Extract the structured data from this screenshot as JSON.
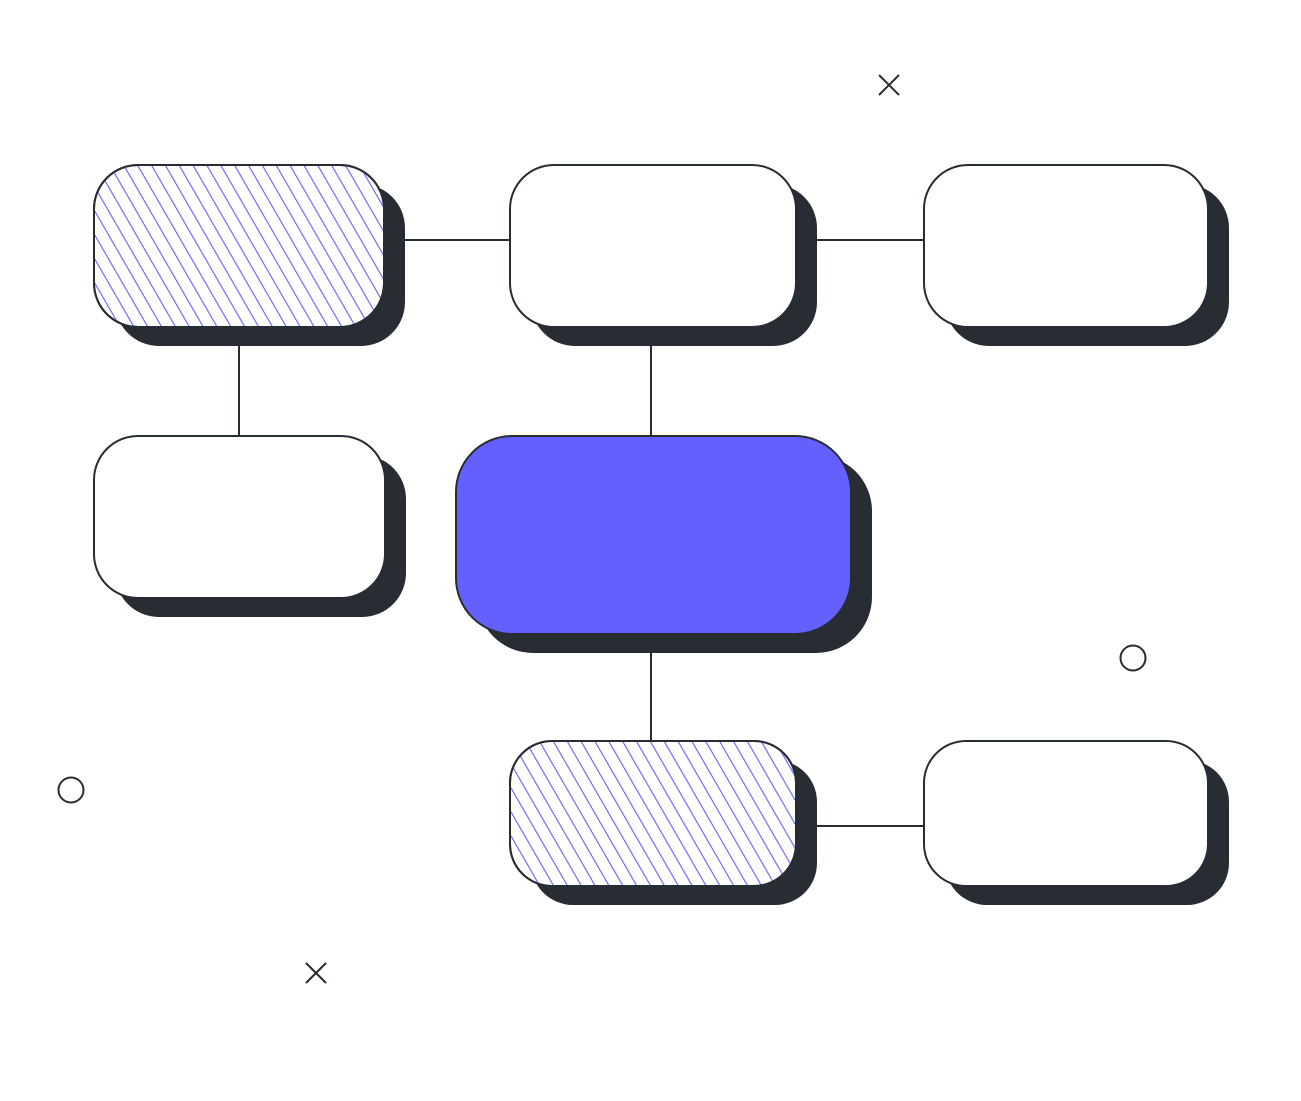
{
  "colors": {
    "background": "#ffffff",
    "accent": "#6360ff",
    "hatch": "#6360ff",
    "shadow": "#282d33",
    "stroke": "#282d33",
    "fill": "#ffffff"
  },
  "nodes": [
    {
      "id": "top-left",
      "style": "hatched"
    },
    {
      "id": "top-center",
      "style": "plain"
    },
    {
      "id": "top-right",
      "style": "plain"
    },
    {
      "id": "middle-left",
      "style": "plain"
    },
    {
      "id": "center",
      "style": "accent"
    },
    {
      "id": "bottom-center",
      "style": "hatched"
    },
    {
      "id": "bottom-right",
      "style": "plain"
    }
  ],
  "edges": [
    {
      "from": "top-left",
      "to": "top-center"
    },
    {
      "from": "top-center",
      "to": "top-right"
    },
    {
      "from": "top-left",
      "to": "middle-left"
    },
    {
      "from": "top-center",
      "to": "center"
    },
    {
      "from": "center",
      "to": "bottom-center"
    },
    {
      "from": "bottom-center",
      "to": "bottom-right"
    }
  ],
  "decorations": [
    {
      "id": "cross-top",
      "shape": "cross-icon"
    },
    {
      "id": "cross-bottom",
      "shape": "cross-icon"
    },
    {
      "id": "circle-right",
      "shape": "circle-icon"
    },
    {
      "id": "circle-left",
      "shape": "circle-icon"
    }
  ]
}
